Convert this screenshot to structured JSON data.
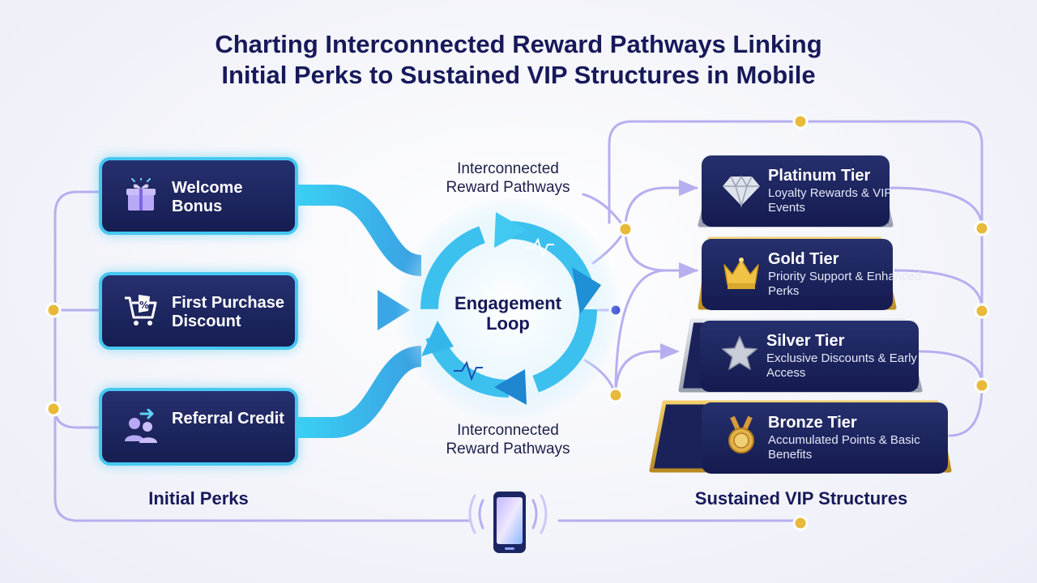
{
  "title": {
    "line1": "Charting Interconnected Reward Pathways Linking",
    "line2": "Initial Perks to Sustained VIP Structures in Mobile"
  },
  "initial_perks": {
    "heading": "Initial Perks",
    "items": [
      {
        "label": "Welcome Bonus",
        "icon": "gift-icon"
      },
      {
        "label": "First Purchase Discount",
        "icon": "percent-cart-icon"
      },
      {
        "label": "Referral Credit",
        "icon": "referral-users-icon"
      }
    ]
  },
  "engagement_loop": {
    "label": "Engagement Loop"
  },
  "pathway_labels": {
    "top": "Interconnected Reward Pathways",
    "bottom": "Interconnected Reward Pathways"
  },
  "vip_structures": {
    "heading": "Sustained VIP Structures",
    "tiers": [
      {
        "name": "Platinum Tier",
        "description": "Loyalty Rewards & VIP Events",
        "icon": "diamond-icon",
        "color": "#c8ccd6"
      },
      {
        "name": "Gold Tier",
        "description": "Priority Support & Enhanced Perks",
        "icon": "crown-icon",
        "color": "#e2b43e"
      },
      {
        "name": "Silver Tier",
        "description": "Exclusive Discounts & Early Access",
        "icon": "star-icon",
        "color": "#b9bfcc"
      },
      {
        "name": "Bronze Tier",
        "description": "Accumulated Points & Basic Benefits",
        "icon": "medal-icon",
        "color": "#d9a93d"
      }
    ]
  },
  "footer_icon": "mobile-phone-icon",
  "colors": {
    "navy": "#17195a",
    "cyan": "#3fc4f0",
    "lavender": "#b3acee",
    "gold_node": "#e9b93a",
    "card_bg": "#1c2460"
  }
}
